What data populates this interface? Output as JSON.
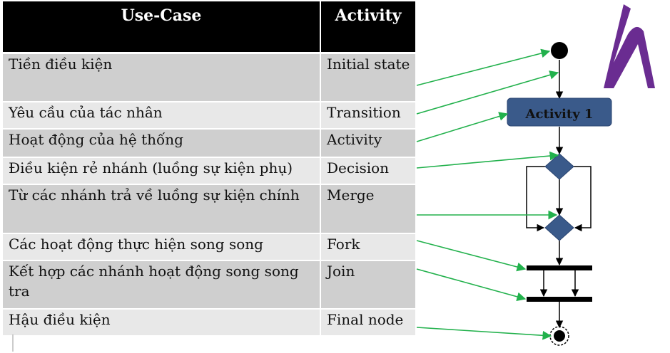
{
  "table": {
    "headers": {
      "usecase": "Use-Case",
      "activity": "Activity"
    },
    "rows": [
      {
        "usecase": "Tiền điều kiện",
        "activity": "Initial state"
      },
      {
        "usecase": "Yêu cầu của tác nhân",
        "activity": "Transition"
      },
      {
        "usecase": "Hoạt động của hệ thống",
        "activity": "Activity"
      },
      {
        "usecase": "Điều kiện rẻ nhánh (luồng sự kiện phụ)",
        "activity": "Decision"
      },
      {
        "usecase": "Từ  các nhánh trả về luồng sự kiện chính",
        "activity": "Merge"
      },
      {
        "usecase": "Các hoạt động thực hiện song song",
        "activity": "Fork"
      },
      {
        "usecase": "Kết hợp các nhánh hoạt động song song tra",
        "activity": "Join"
      },
      {
        "usecase": "Hậu điều kiện",
        "activity": "Final node"
      }
    ]
  },
  "diagram": {
    "activity_node_label": "Activity 1",
    "logo_icon": "h-letter-logo-icon",
    "colors": {
      "connector": "#22b14c",
      "activity_fill": "#3a5a8a",
      "diamond_fill": "#3a5a8a",
      "bar": "#000000",
      "logo": "#6a2c91"
    }
  }
}
